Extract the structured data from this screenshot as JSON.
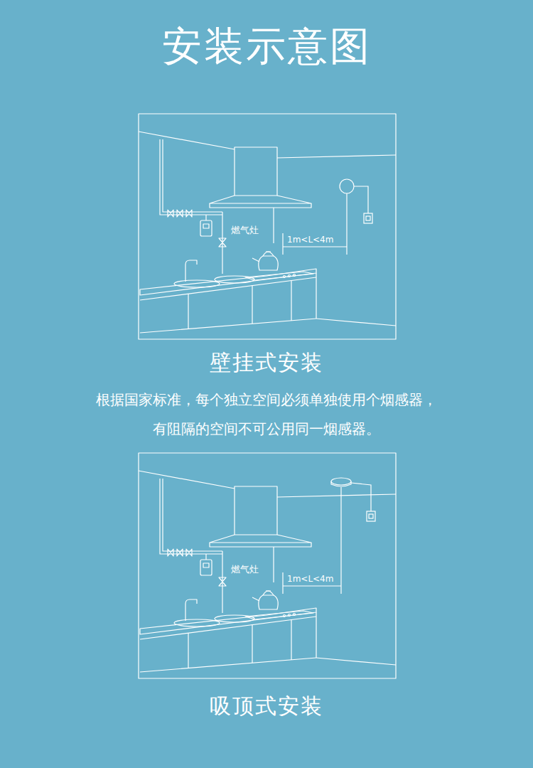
{
  "diagram": {
    "title": "安装示意图",
    "labels": [
      "燃气灶",
      "1m<L<4m",
      "壁挂式安装",
      "根据国家标准，每个独立空间必须单独使用个烟感器，",
      "有阻隔的空间不可公用同一烟感器。",
      "燃气灶",
      "1m<L<4m",
      "吸顶式安装"
    ]
  }
}
